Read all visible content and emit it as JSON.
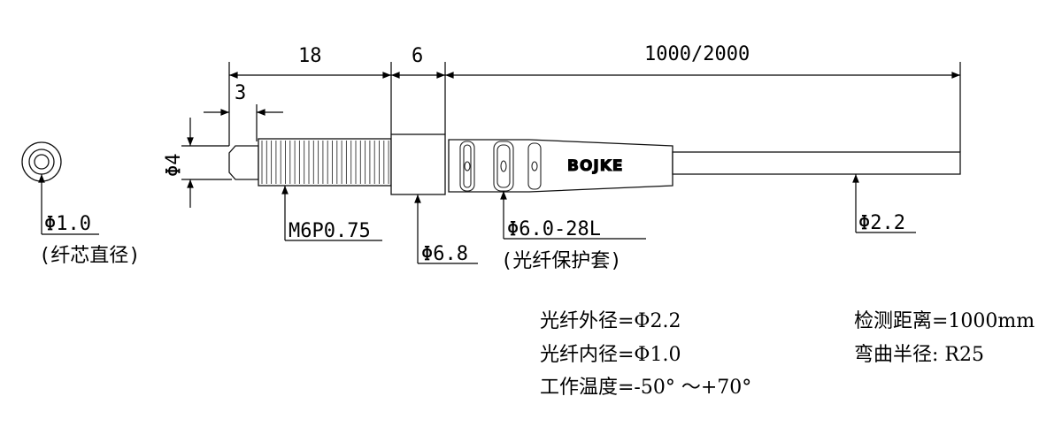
{
  "dimensions": {
    "length_thread": "18",
    "length_hex": "6",
    "length_cable": "1000/2000",
    "length_tip": "3",
    "tip_diameter": "Φ4"
  },
  "callouts": {
    "core_diameter": "Φ1.0",
    "core_diameter_note": "(纤芯直径)",
    "thread": "M6P0.75",
    "hex_diameter": "Φ6.8",
    "sleeve": "Φ6.0-28L",
    "sleeve_note": "(光纤保护套)",
    "cable_diameter": "Φ2.2"
  },
  "brand": "BOJKE",
  "specs": {
    "left": [
      "光纤外径=Φ2.2",
      "光纤内径=Φ1.0",
      "工作温度=-50° ～+70°"
    ],
    "right": [
      "检测距离=1000mm",
      "弯曲半径: R25"
    ]
  }
}
